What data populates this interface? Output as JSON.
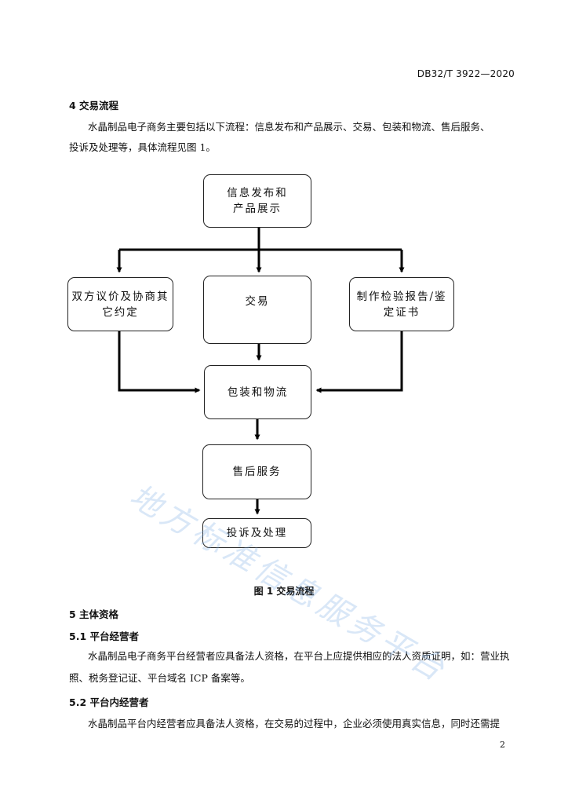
{
  "header": {
    "doc_code": "DB32/T 3922—2020"
  },
  "section4": {
    "heading": "4 交易流程",
    "para_line1": "水晶制品电子商务主要包括以下流程：信息发布和产品展示、交易、包装和物流、售后服务、",
    "para_line2": "投诉及处理等，具体流程见图 1。"
  },
  "flowchart": {
    "box_info_line1": "信息发布和",
    "box_info_line2": "产品展示",
    "box_negotiate_line1": "双方议价及协商其",
    "box_negotiate_line2": "它约定",
    "box_trade": "交易",
    "box_report_line1": "制作检验报告/鉴",
    "box_report_line2": "定证书",
    "box_packaging": "包装和物流",
    "box_aftersales": "售后服务",
    "box_complaint": "投诉及处理"
  },
  "figure_caption": "图 1  交易流程",
  "section5": {
    "heading": "5 主体资格",
    "sub1_heading": "5.1 平台经营者",
    "sub1_line1": "水晶制品电子商务平台经营者应具备法人资格，在平台上应提供相应的法人资质证明，如：营业执",
    "sub1_line2": "照、税务登记证、平台域名 ICP 备案等。",
    "sub2_heading": "5.2 平台内经营者",
    "sub2_line1": "水晶制品平台内经营者应具备法人资格，在交易的过程中，企业必须使用真实信息，同时还需提"
  },
  "watermark_text": "地方标准信息服务平台",
  "page_number": "2"
}
